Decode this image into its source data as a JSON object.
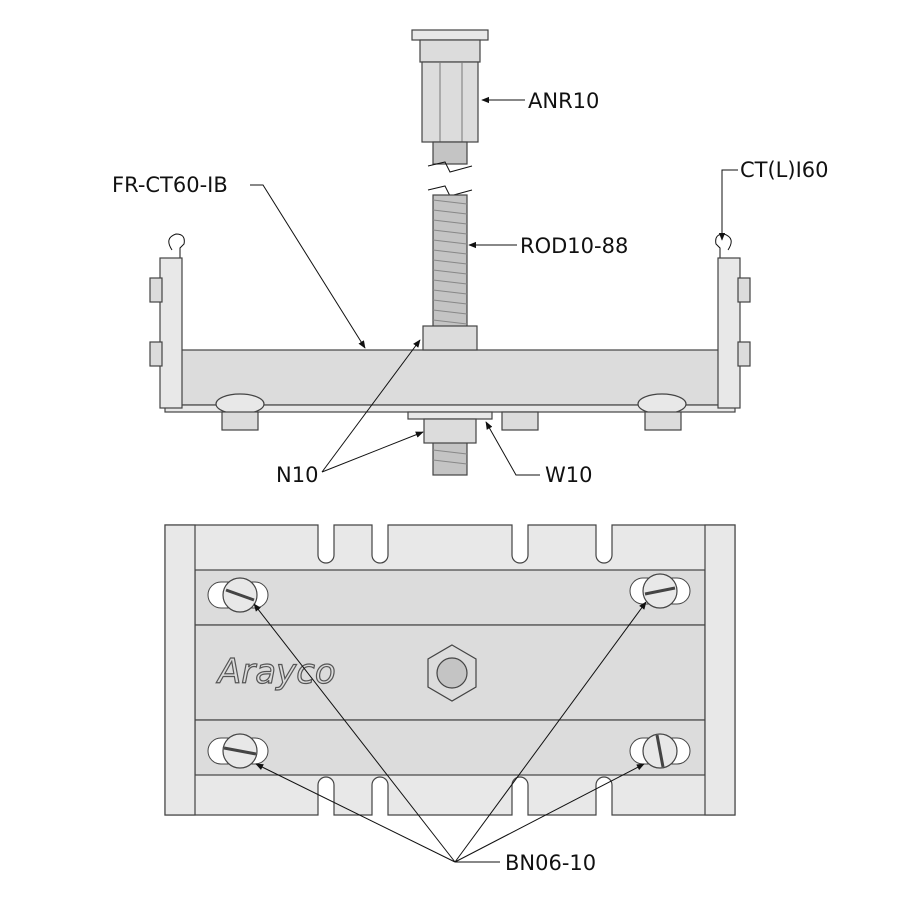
{
  "labels": {
    "anchor": "ANR10",
    "bracket": "FR-CT60-IB",
    "clip": "CT(L)I60",
    "rod": "ROD10-88",
    "nut": "N10",
    "washer": "W10",
    "bolts": "BN06-10"
  },
  "logo": "Arayco"
}
